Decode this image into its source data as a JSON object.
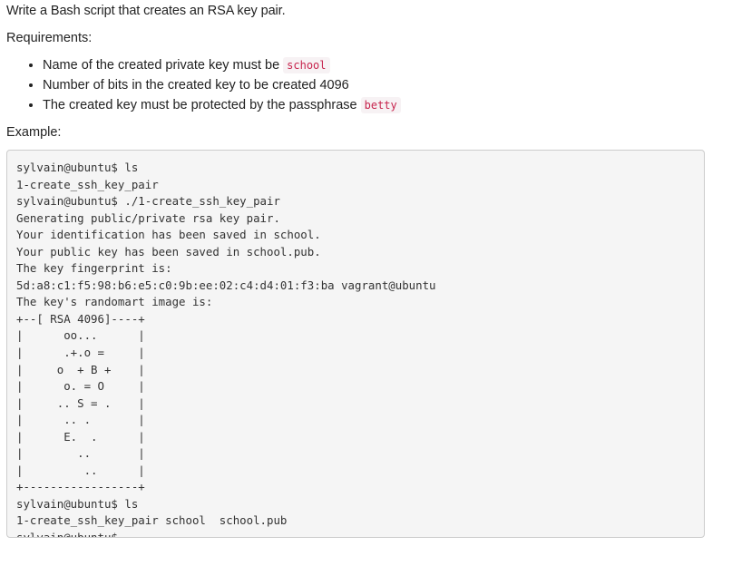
{
  "task": {
    "intro": "Write a Bash script that creates an RSA key pair.",
    "requirements_label": "Requirements:",
    "requirements": [
      {
        "text": "Name of the created private key must be ",
        "code": "school"
      },
      {
        "text": "Number of bits in the created key to be created 4096",
        "code": ""
      },
      {
        "text": "The created key must be protected by the passphrase ",
        "code": "betty"
      }
    ],
    "example_label": "Example:"
  },
  "terminal": {
    "lines": [
      "sylvain@ubuntu$ ls",
      "1-create_ssh_key_pair",
      "sylvain@ubuntu$ ./1-create_ssh_key_pair",
      "Generating public/private rsa key pair.",
      "Your identification has been saved in school.",
      "Your public key has been saved in school.pub.",
      "The key fingerprint is:",
      "5d:a8:c1:f5:98:b6:e5:c0:9b:ee:02:c4:d4:01:f3:ba vagrant@ubuntu",
      "The key's randomart image is:",
      "+--[ RSA 4096]----+",
      "|      oo...      |",
      "|      .+.o =     |",
      "|     o  + B +    |",
      "|      o. = O     |",
      "|     .. S = .    |",
      "|      .. .       |",
      "|      E.  .      |",
      "|        ..       |",
      "|         ..      |",
      "+-----------------+",
      "sylvain@ubuntu$ ls",
      "1-create_ssh_key_pair school  school.pub",
      "sylvain@ubuntu$"
    ]
  }
}
